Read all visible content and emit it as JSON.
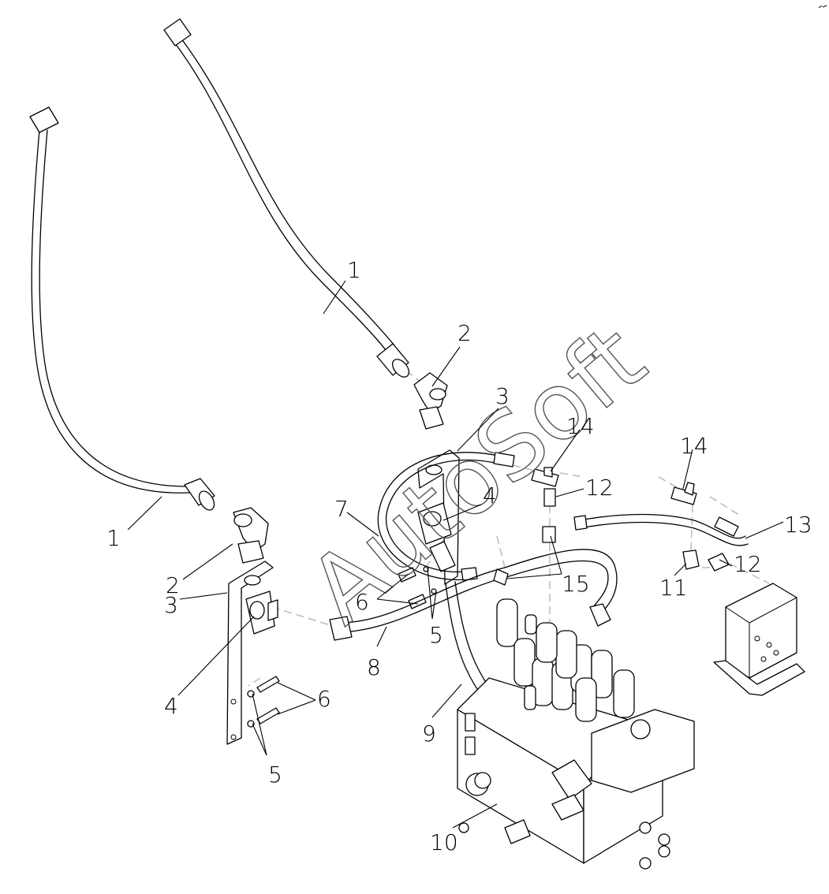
{
  "callouts": [
    {
      "id": "c1a",
      "label": "1"
    },
    {
      "id": "c1b",
      "label": "1"
    },
    {
      "id": "c2a",
      "label": "2"
    },
    {
      "id": "c2b",
      "label": "2"
    },
    {
      "id": "c3a",
      "label": "3"
    },
    {
      "id": "c3b",
      "label": "3"
    },
    {
      "id": "c4a",
      "label": "4"
    },
    {
      "id": "c4b",
      "label": "4"
    },
    {
      "id": "c5a",
      "label": "5"
    },
    {
      "id": "c5b",
      "label": "5"
    },
    {
      "id": "c6a",
      "label": "6"
    },
    {
      "id": "c6b",
      "label": "6"
    },
    {
      "id": "c7",
      "label": "7"
    },
    {
      "id": "c8",
      "label": "8"
    },
    {
      "id": "c9",
      "label": "9"
    },
    {
      "id": "c10",
      "label": "10"
    },
    {
      "id": "c11",
      "label": "11"
    },
    {
      "id": "c12a",
      "label": "12"
    },
    {
      "id": "c12b",
      "label": "12"
    },
    {
      "id": "c13",
      "label": "13"
    },
    {
      "id": "c14a",
      "label": "14"
    },
    {
      "id": "c14b",
      "label": "14"
    },
    {
      "id": "c15",
      "label": "15"
    }
  ],
  "watermark": "AutoSoft"
}
